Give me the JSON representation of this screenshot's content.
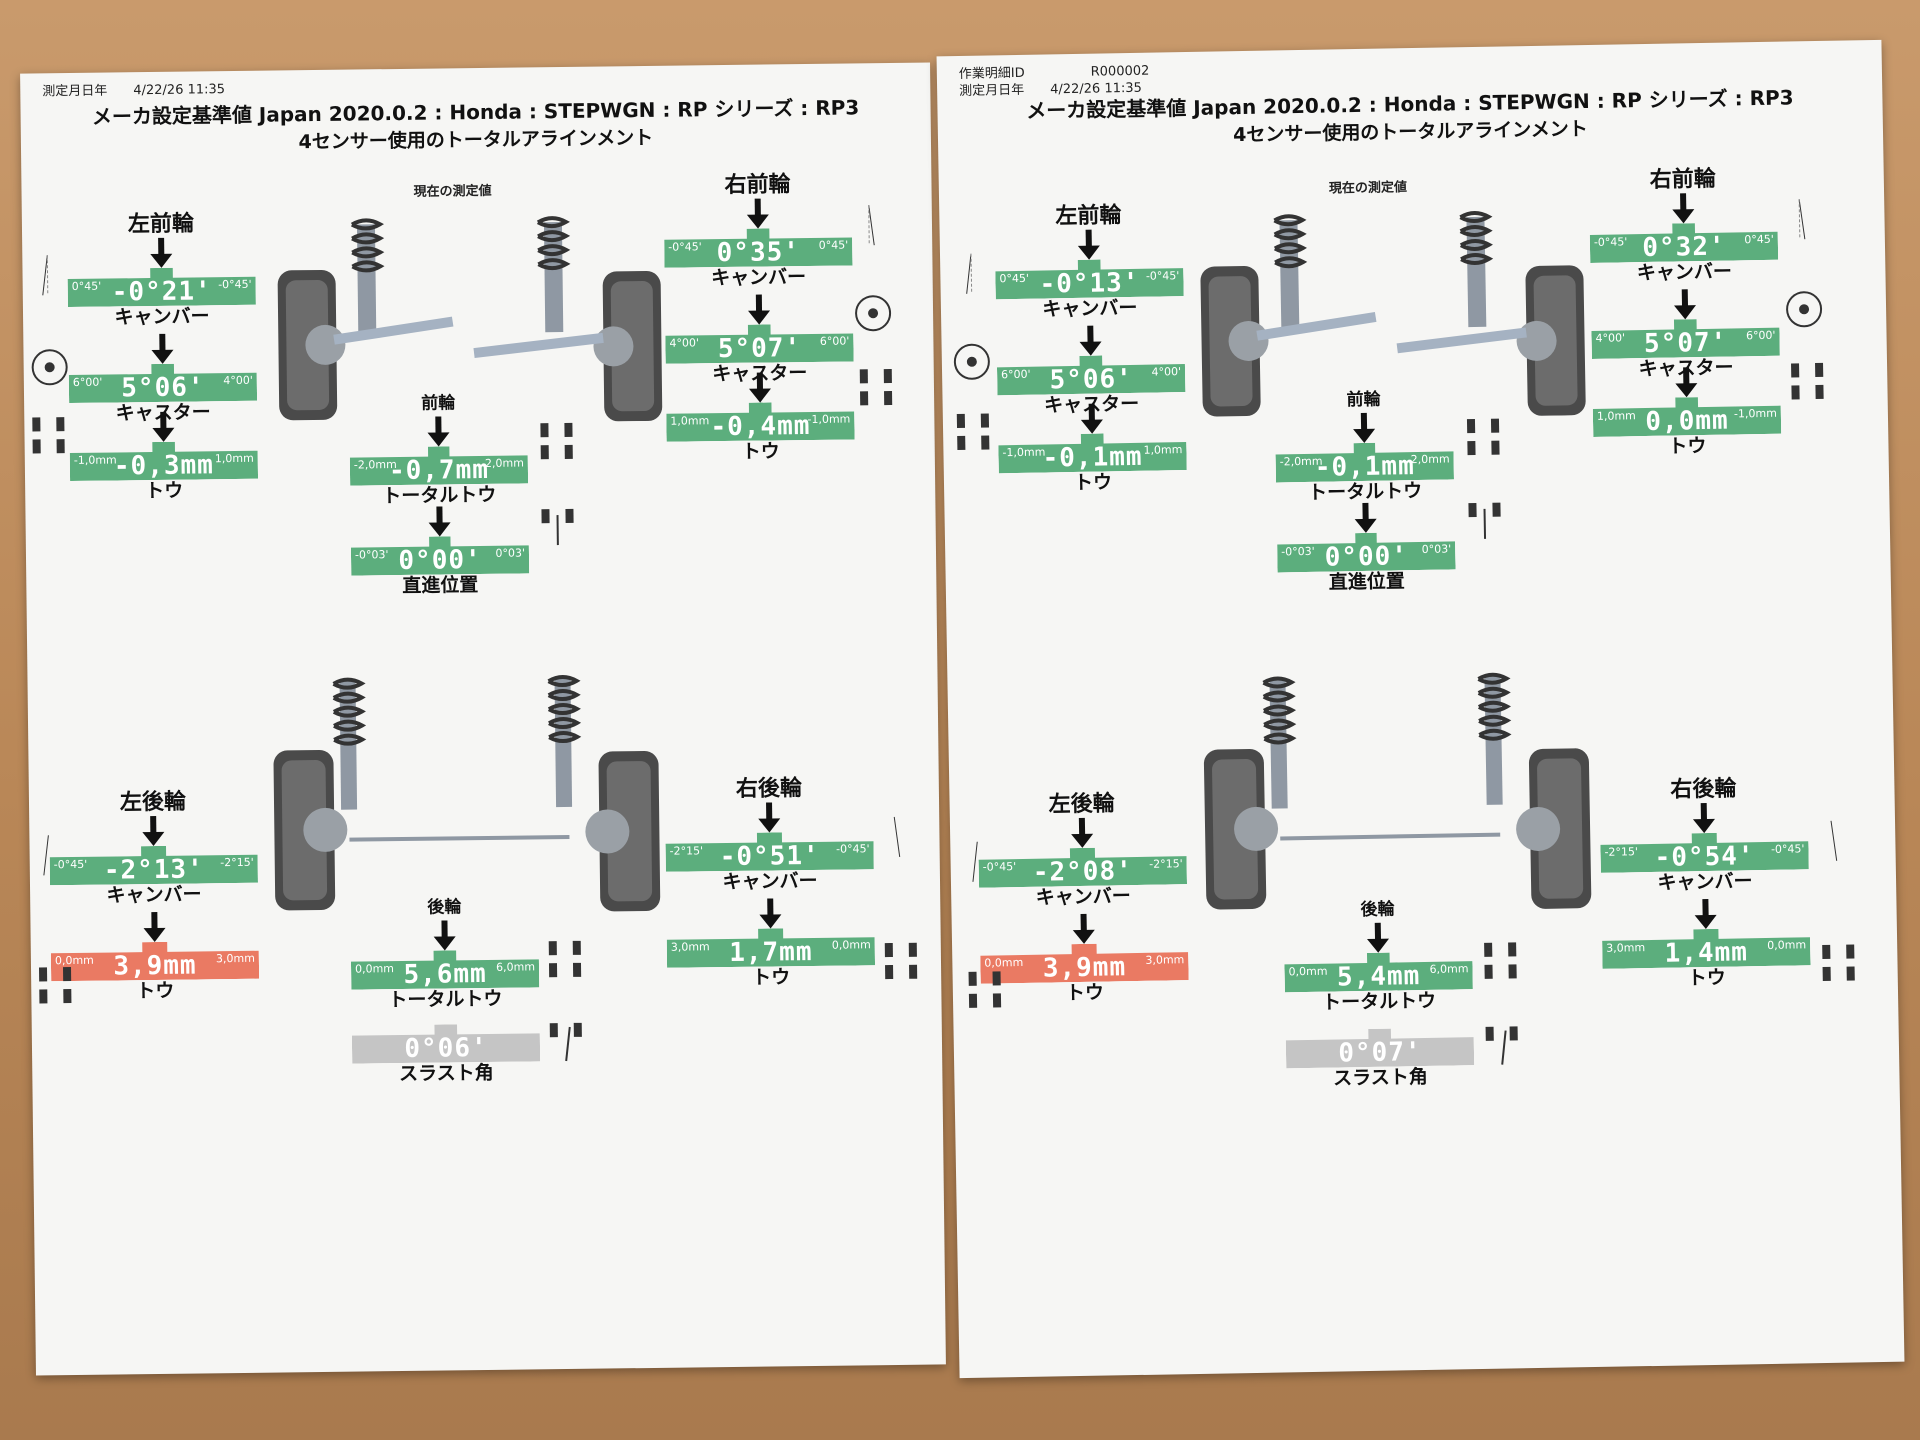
{
  "sheets": [
    {
      "header": {
        "id_label": "",
        "id_value": "",
        "date_label": "測定月日年",
        "date_value": "4/22/26 11:35",
        "title": "メーカ設定基準値 Japan 2020.0.2 : Honda : STEPWGN : RP シリーズ : RP3",
        "subtitle": "4センサー使用のトータルアラインメント"
      },
      "current_label": "現在の測定値",
      "front_left": {
        "wheel": "左前輪",
        "camber": {
          "lo": "0°45'",
          "hi": "-0°45'",
          "value": "-0°21'",
          "label": "キャンバー"
        },
        "caster": {
          "lo": "6°00'",
          "hi": "4°00'",
          "value": "5°06'",
          "label": "キャスター"
        },
        "toe": {
          "lo": "-1,0mm",
          "hi": "1,0mm",
          "value": "-0,3mm",
          "label": "トウ"
        }
      },
      "front_right": {
        "wheel": "右前輪",
        "camber": {
          "lo": "-0°45'",
          "hi": "0°45'",
          "value": "0°35'",
          "label": "キャンバー"
        },
        "caster": {
          "lo": "4°00'",
          "hi": "6°00'",
          "value": "5°07'",
          "label": "キャスター"
        },
        "toe": {
          "lo": "1,0mm",
          "hi": "-1,0mm",
          "value": "-0,4mm",
          "label": "トウ"
        }
      },
      "front_total": {
        "wheel": "前輪",
        "total_toe": {
          "lo": "-2,0mm",
          "hi": "2,0mm",
          "value": "-0,7mm",
          "label": "トータルトウ"
        },
        "straight": {
          "lo": "-0°03'",
          "hi": "0°03'",
          "value": "0°00'",
          "label": "直進位置"
        }
      },
      "rear_left": {
        "wheel": "左後輪",
        "camber": {
          "lo": "-0°45'",
          "hi": "-2°15'",
          "value": "-2°13'",
          "label": "キャンバー"
        },
        "toe": {
          "lo": "0,0mm",
          "hi": "3,0mm",
          "value": "3,9mm",
          "label": "トウ"
        }
      },
      "rear_right": {
        "wheel": "右後輪",
        "camber": {
          "lo": "-2°15'",
          "hi": "-0°45'",
          "value": "-0°51'",
          "label": "キャンバー"
        },
        "toe": {
          "lo": "3,0mm",
          "hi": "0,0mm",
          "value": "1,7mm",
          "label": "トウ"
        }
      },
      "rear_total": {
        "wheel": "後輪",
        "total_toe": {
          "lo": "0,0mm",
          "hi": "6,0mm",
          "value": "5,6mm",
          "label": "トータルトウ"
        },
        "thrust": {
          "lo": "",
          "hi": "",
          "value": "0°06'",
          "label": "スラスト角"
        }
      }
    },
    {
      "header": {
        "id_label": "作業明細ID",
        "id_value": "R000002",
        "date_label": "測定月日年",
        "date_value": "4/22/26 11:35",
        "title": "メーカ設定基準値 Japan 2020.0.2 : Honda : STEPWGN : RP シリーズ : RP3",
        "subtitle": "4センサー使用のトータルアラインメント"
      },
      "current_label": "現在の測定値",
      "front_left": {
        "wheel": "左前輪",
        "camber": {
          "lo": "0°45'",
          "hi": "-0°45'",
          "value": "-0°13'",
          "label": "キャンバー"
        },
        "caster": {
          "lo": "6°00'",
          "hi": "4°00'",
          "value": "5°06'",
          "label": "キャスター"
        },
        "toe": {
          "lo": "-1,0mm",
          "hi": "1,0mm",
          "value": "-0,1mm",
          "label": "トウ"
        }
      },
      "front_right": {
        "wheel": "右前輪",
        "camber": {
          "lo": "-0°45'",
          "hi": "0°45'",
          "value": "0°32'",
          "label": "キャンバー"
        },
        "caster": {
          "lo": "4°00'",
          "hi": "6°00'",
          "value": "5°07'",
          "label": "キャスター"
        },
        "toe": {
          "lo": "1,0mm",
          "hi": "-1,0mm",
          "value": "0,0mm",
          "label": "トウ"
        }
      },
      "front_total": {
        "wheel": "前輪",
        "total_toe": {
          "lo": "-2,0mm",
          "hi": "2,0mm",
          "value": "-0,1mm",
          "label": "トータルトウ"
        },
        "straight": {
          "lo": "-0°03'",
          "hi": "0°03'",
          "value": "0°00'",
          "label": "直進位置"
        }
      },
      "rear_left": {
        "wheel": "左後輪",
        "camber": {
          "lo": "-0°45'",
          "hi": "-2°15'",
          "value": "-2°08'",
          "label": "キャンバー"
        },
        "toe": {
          "lo": "0,0mm",
          "hi": "3,0mm",
          "value": "3,9mm",
          "label": "トウ"
        }
      },
      "rear_right": {
        "wheel": "右後輪",
        "camber": {
          "lo": "-2°15'",
          "hi": "-0°45'",
          "value": "-0°54'",
          "label": "キャンバー"
        },
        "toe": {
          "lo": "3,0mm",
          "hi": "0,0mm",
          "value": "1,4mm",
          "label": "トウ"
        }
      },
      "rear_total": {
        "wheel": "後輪",
        "total_toe": {
          "lo": "0,0mm",
          "hi": "6,0mm",
          "value": "5,4mm",
          "label": "トータルトウ"
        },
        "thrust": {
          "lo": "",
          "hi": "",
          "value": "0°07'",
          "label": "スラスト角"
        }
      }
    }
  ],
  "colors": {
    "in_spec": "#5cae7d",
    "out_of_spec": "#ea7a63",
    "neutral": "#c5c5c5"
  },
  "icons": [
    "camber-diagram-icon",
    "caster-diagram-icon",
    "toe-diagram-icon",
    "total-toe-diagram-icon",
    "straight-ahead-diagram-icon",
    "thrust-angle-diagram-icon",
    "front-suspension-illustration",
    "rear-suspension-illustration"
  ]
}
